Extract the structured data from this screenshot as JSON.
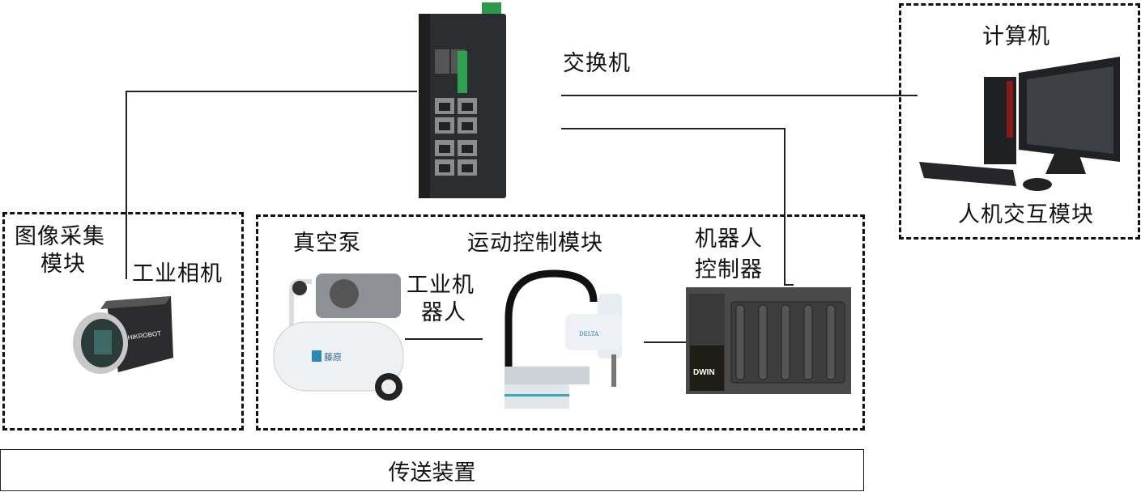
{
  "switch": {
    "label": "交换机"
  },
  "computer": {
    "title": "计算机",
    "module": "人机交互模块"
  },
  "image_module": {
    "title_line1": "图像采集",
    "title_line2": "模块",
    "camera": "工业相机",
    "camera_brand": "HIKROBOT"
  },
  "motion_module": {
    "title": "运动控制模块",
    "pump": "真空泵",
    "robot_line1": "工业机",
    "robot_line2": "器人",
    "controller_line1": "机器人",
    "controller_line2": "控制器",
    "pump_brand": "藤原",
    "controller_brand": "DWIN",
    "robot_brand": "DELTA"
  },
  "conveyor": {
    "label": "传送装置"
  }
}
